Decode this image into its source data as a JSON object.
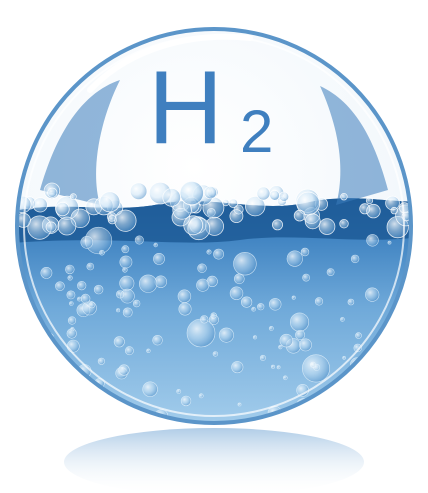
{
  "image": {
    "subject": "water-sphere",
    "colors": {
      "background": "#ffffff",
      "formula_text": "#3f7fbf",
      "water_deep": "#1f5f9f",
      "water_light": "#8fc3e6",
      "glass_rim": "#5b95c9",
      "bubble": "#e8f4fc"
    }
  },
  "formula": {
    "element": "H",
    "subscript": "2"
  }
}
